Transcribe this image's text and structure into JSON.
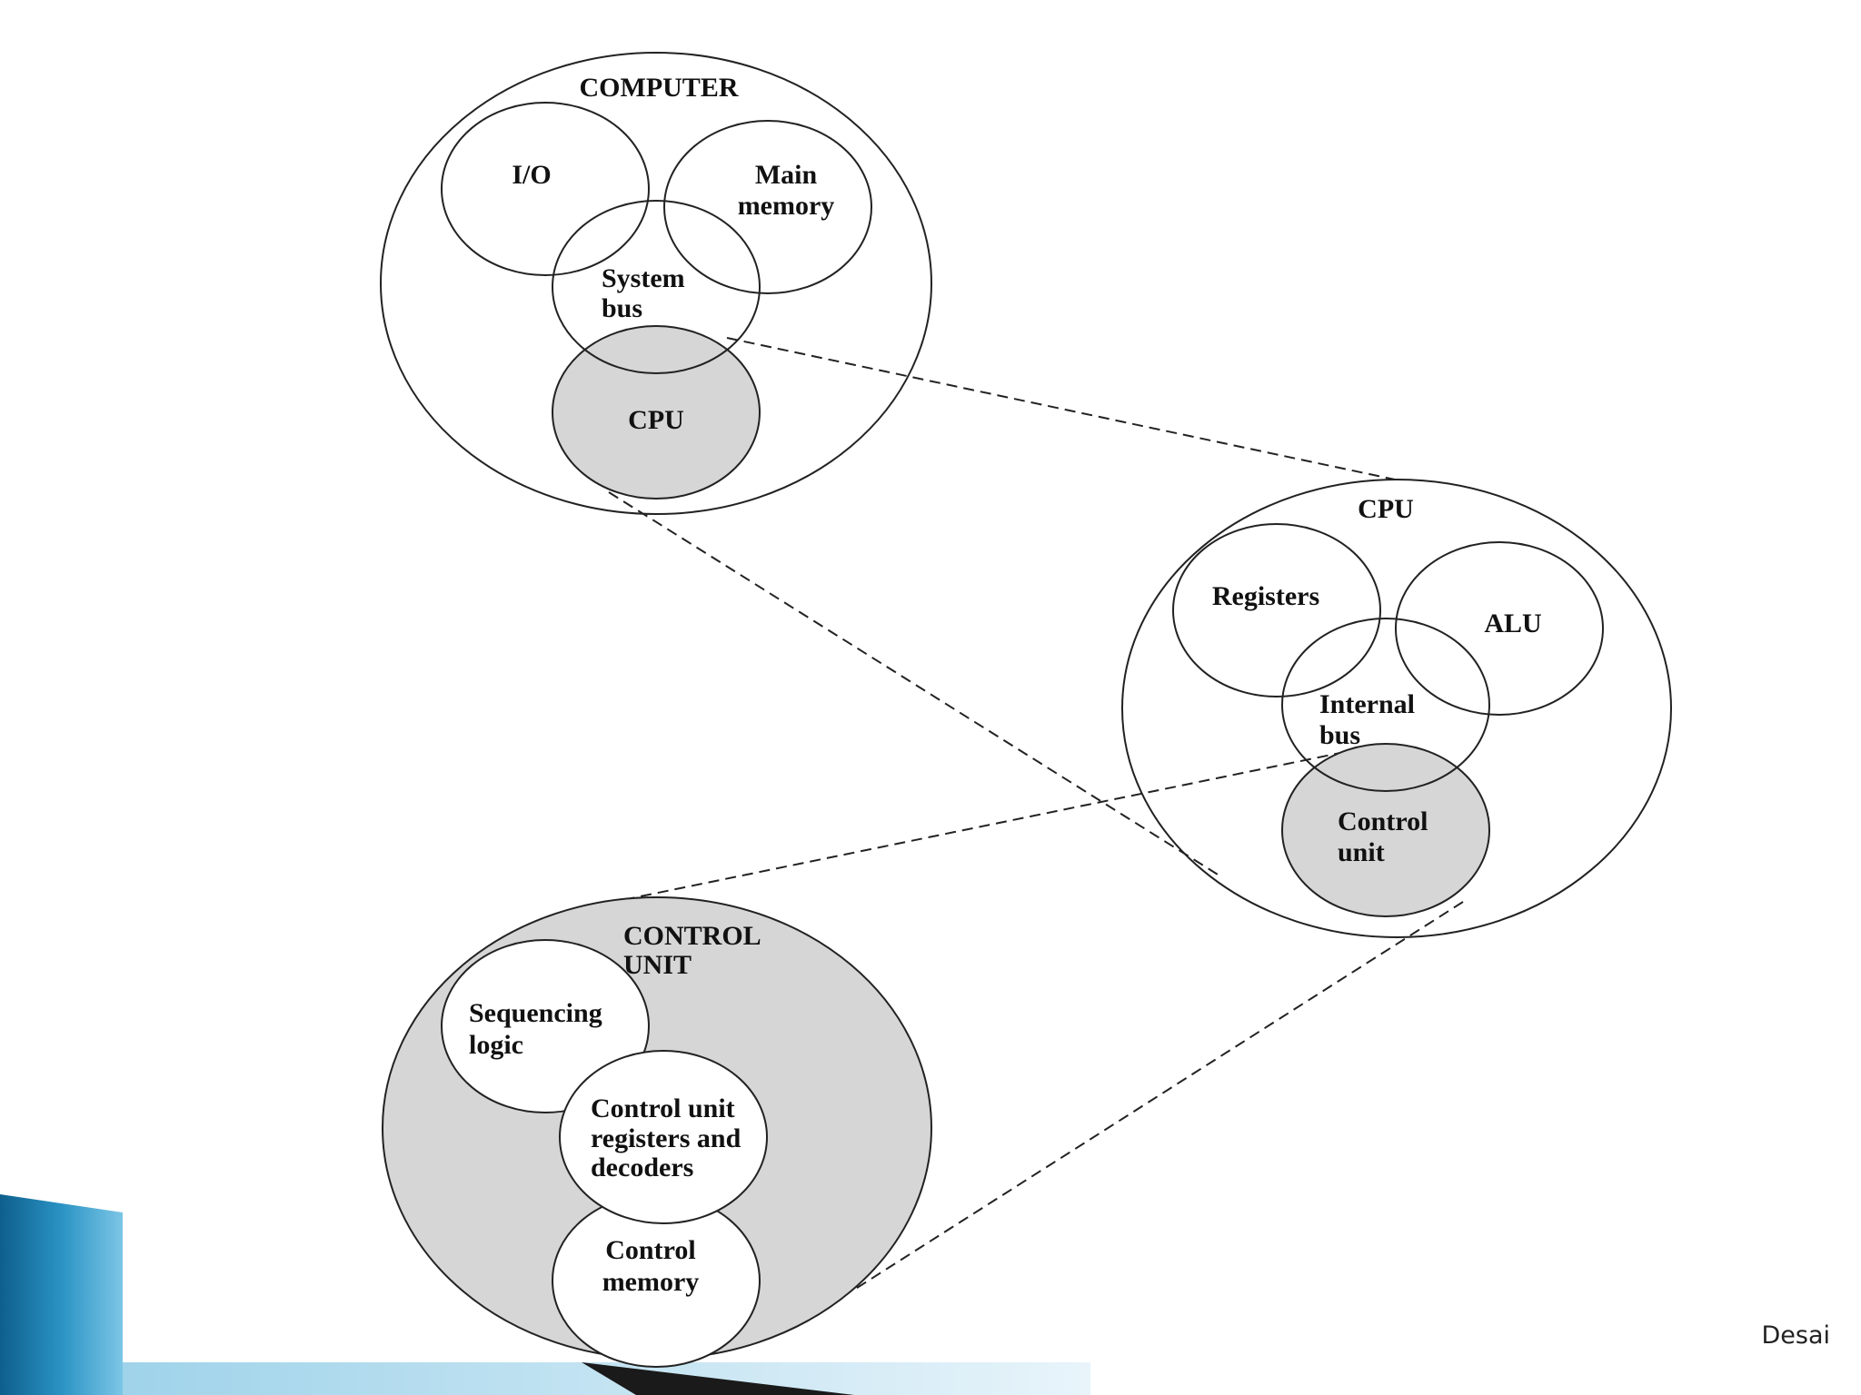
{
  "diagram": {
    "computer": {
      "title": "COMPUTER",
      "io": "I/O",
      "main_memory": [
        "Main",
        "memory"
      ],
      "system_bus": [
        "System",
        "bus"
      ],
      "cpu": "CPU"
    },
    "cpu": {
      "title": "CPU",
      "registers": "Registers",
      "alu": "ALU",
      "internal_bus": [
        "Internal",
        "bus"
      ],
      "control_unit": [
        "Control",
        "unit"
      ]
    },
    "control_unit": {
      "title": [
        "CONTROL",
        "UNIT"
      ],
      "sequencing_logic": [
        "Sequencing",
        "logic"
      ],
      "registers_decoders": [
        "Control unit",
        "registers and",
        "decoders"
      ],
      "control_memory": [
        "Control",
        "memory"
      ]
    }
  },
  "footer": {
    "author": "Desai"
  },
  "colors": {
    "shade": "#d6d6d6",
    "line": "#222222",
    "accent_blue": "#1d7fb0",
    "dark_band": "#1a1a1a"
  }
}
